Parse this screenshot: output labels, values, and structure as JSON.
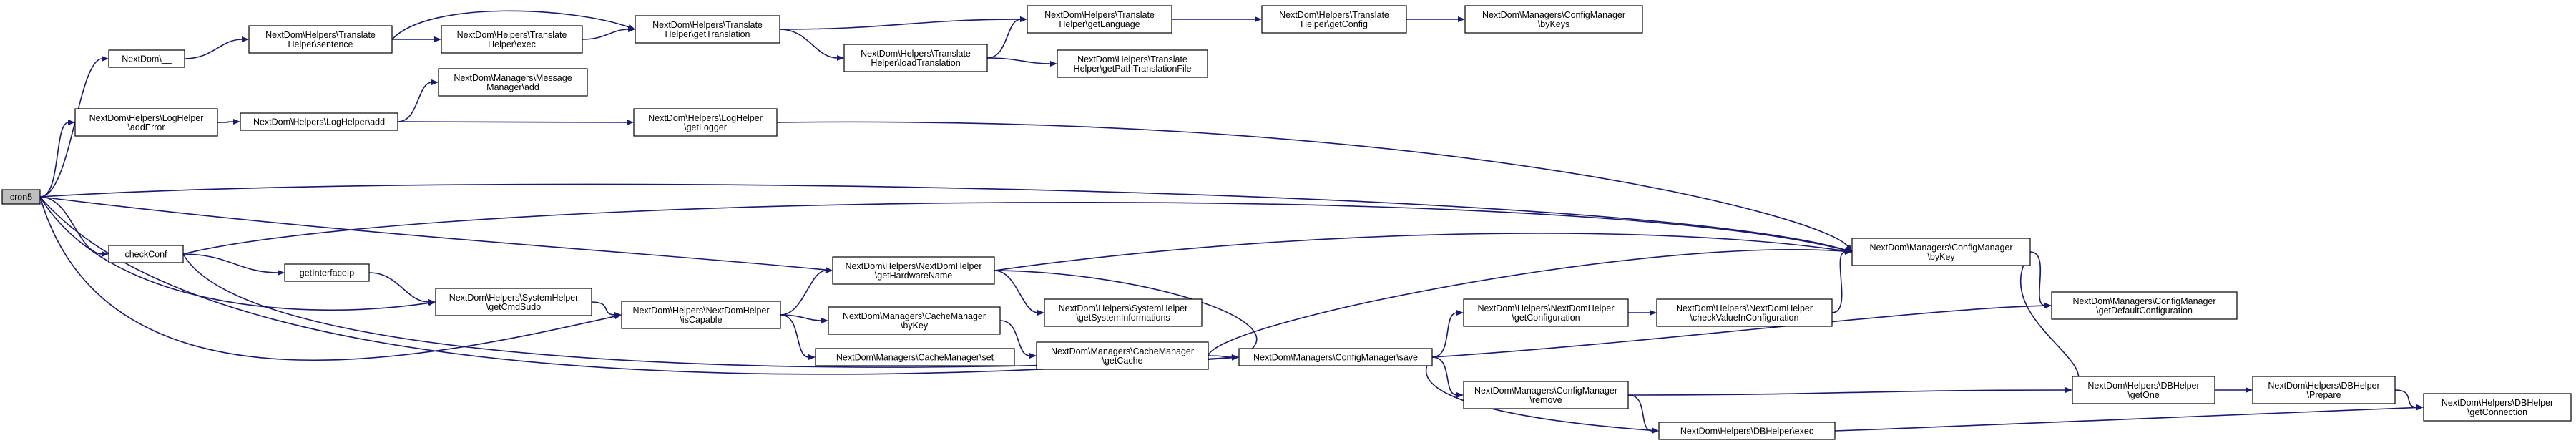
{
  "graph": {
    "edge_color": "#191970",
    "root_fill": "#bfbfbf",
    "node_fill": "#ffffff",
    "nodes": [
      {
        "id": "cron5",
        "lines": [
          "cron5"
        ],
        "root": true
      },
      {
        "id": "nd_tr",
        "lines": [
          "NextDom\\__"
        ]
      },
      {
        "id": "th_sentence",
        "lines": [
          "NextDom\\Helpers\\Translate",
          "Helper\\sentence"
        ]
      },
      {
        "id": "th_exec",
        "lines": [
          "NextDom\\Helpers\\Translate",
          "Helper\\exec"
        ]
      },
      {
        "id": "th_getTranslation",
        "lines": [
          "NextDom\\Helpers\\Translate",
          "Helper\\getTranslation"
        ]
      },
      {
        "id": "th_getLanguage",
        "lines": [
          "NextDom\\Helpers\\Translate",
          "Helper\\getLanguage"
        ]
      },
      {
        "id": "th_getConfig",
        "lines": [
          "NextDom\\Helpers\\Translate",
          "Helper\\getConfig"
        ]
      },
      {
        "id": "cm_byKeys",
        "lines": [
          "NextDom\\Managers\\ConfigManager",
          "\\byKeys"
        ]
      },
      {
        "id": "th_loadTranslation",
        "lines": [
          "NextDom\\Helpers\\Translate",
          "Helper\\loadTranslation"
        ]
      },
      {
        "id": "th_getPath",
        "lines": [
          "NextDom\\Helpers\\Translate",
          "Helper\\getPathTranslationFile"
        ]
      },
      {
        "id": "msg_add",
        "lines": [
          "NextDom\\Managers\\Message",
          "Manager\\add"
        ]
      },
      {
        "id": "lh_addError",
        "lines": [
          "NextDom\\Helpers\\LogHelper",
          "\\addError"
        ]
      },
      {
        "id": "lh_add",
        "lines": [
          "NextDom\\Helpers\\LogHelper\\add"
        ]
      },
      {
        "id": "lh_getLogger",
        "lines": [
          "NextDom\\Helpers\\LogHelper",
          "\\getLogger"
        ]
      },
      {
        "id": "checkConf",
        "lines": [
          "checkConf"
        ]
      },
      {
        "id": "getInterfaceIp",
        "lines": [
          "getInterfaceIp"
        ]
      },
      {
        "id": "sh_getCmdSudo",
        "lines": [
          "NextDom\\Helpers\\SystemHelper",
          "\\getCmdSudo"
        ]
      },
      {
        "id": "ndh_isCapable",
        "lines": [
          "NextDom\\Helpers\\NextDomHelper",
          "\\isCapable"
        ]
      },
      {
        "id": "ndh_getHardwareName",
        "lines": [
          "NextDom\\Helpers\\NextDomHelper",
          "\\getHardwareName"
        ]
      },
      {
        "id": "cache_byKey",
        "lines": [
          "NextDom\\Managers\\CacheManager",
          "\\byKey"
        ]
      },
      {
        "id": "cache_set",
        "lines": [
          "NextDom\\Managers\\CacheManager\\set"
        ]
      },
      {
        "id": "sh_getSystemInfo",
        "lines": [
          "NextDom\\Helpers\\SystemHelper",
          "\\getSystemInformations"
        ]
      },
      {
        "id": "cache_getCache",
        "lines": [
          "NextDom\\Managers\\CacheManager",
          "\\getCache"
        ]
      },
      {
        "id": "cm_save",
        "lines": [
          "NextDom\\Managers\\ConfigManager\\save"
        ]
      },
      {
        "id": "ndh_getConfiguration",
        "lines": [
          "NextDom\\Helpers\\NextDomHelper",
          "\\getConfiguration"
        ]
      },
      {
        "id": "ndh_checkValue",
        "lines": [
          "NextDom\\Helpers\\NextDomHelper",
          "\\checkValueInConfiguration"
        ]
      },
      {
        "id": "cm_remove",
        "lines": [
          "NextDom\\Managers\\ConfigManager",
          "\\remove"
        ]
      },
      {
        "id": "db_exec",
        "lines": [
          "NextDom\\Helpers\\DBHelper\\exec"
        ]
      },
      {
        "id": "cm_byKey",
        "lines": [
          "NextDom\\Managers\\ConfigManager",
          "\\byKey"
        ]
      },
      {
        "id": "cm_getDefault",
        "lines": [
          "NextDom\\Managers\\ConfigManager",
          "\\getDefaultConfiguration"
        ]
      },
      {
        "id": "db_getOne",
        "lines": [
          "NextDom\\Helpers\\DBHelper",
          "\\getOne"
        ]
      },
      {
        "id": "db_prepare",
        "lines": [
          "NextDom\\Helpers\\DBHelper",
          "\\Prepare"
        ]
      },
      {
        "id": "db_getConnection",
        "lines": [
          "NextDom\\Helpers\\DBHelper",
          "\\getConnection"
        ]
      }
    ],
    "edges": [
      [
        "cron5",
        "nd_tr"
      ],
      [
        "cron5",
        "lh_addError"
      ],
      [
        "cron5",
        "checkConf"
      ],
      [
        "cron5",
        "cm_byKey"
      ],
      [
        "cron5",
        "ndh_getHardwareName"
      ],
      [
        "cron5",
        "sh_getCmdSudo"
      ],
      [
        "cron5",
        "ndh_isCapable"
      ],
      [
        "cron5",
        "cm_save"
      ],
      [
        "nd_tr",
        "th_sentence"
      ],
      [
        "th_sentence",
        "th_exec"
      ],
      [
        "th_sentence",
        "th_getTranslation"
      ],
      [
        "th_exec",
        "th_getTranslation"
      ],
      [
        "th_getTranslation",
        "th_getLanguage"
      ],
      [
        "th_getTranslation",
        "th_loadTranslation"
      ],
      [
        "th_getLanguage",
        "th_getConfig"
      ],
      [
        "th_getConfig",
        "cm_byKeys"
      ],
      [
        "th_loadTranslation",
        "th_getLanguage"
      ],
      [
        "th_loadTranslation",
        "th_getPath"
      ],
      [
        "lh_addError",
        "lh_add"
      ],
      [
        "lh_add",
        "msg_add"
      ],
      [
        "lh_add",
        "lh_getLogger"
      ],
      [
        "lh_getLogger",
        "cm_byKey"
      ],
      [
        "checkConf",
        "cm_byKey"
      ],
      [
        "checkConf",
        "getInterfaceIp"
      ],
      [
        "checkConf",
        "cm_save"
      ],
      [
        "getInterfaceIp",
        "sh_getCmdSudo"
      ],
      [
        "sh_getCmdSudo",
        "ndh_isCapable"
      ],
      [
        "ndh_isCapable",
        "ndh_getHardwareName"
      ],
      [
        "ndh_isCapable",
        "cache_byKey"
      ],
      [
        "ndh_isCapable",
        "cache_set"
      ],
      [
        "ndh_getHardwareName",
        "cm_byKey"
      ],
      [
        "ndh_getHardwareName",
        "sh_getSystemInfo"
      ],
      [
        "ndh_getHardwareName",
        "cm_save"
      ],
      [
        "cache_byKey",
        "cache_getCache"
      ],
      [
        "cache_getCache",
        "cm_byKey"
      ],
      [
        "cache_getCache",
        "cm_save"
      ],
      [
        "cm_save",
        "ndh_getConfiguration"
      ],
      [
        "cm_save",
        "cm_getDefault"
      ],
      [
        "cm_save",
        "cm_remove"
      ],
      [
        "cm_save",
        "db_exec"
      ],
      [
        "ndh_getConfiguration",
        "ndh_checkValue"
      ],
      [
        "ndh_checkValue",
        "cm_byKey"
      ],
      [
        "cm_remove",
        "db_getOne"
      ],
      [
        "cm_remove",
        "db_exec"
      ],
      [
        "cm_byKey",
        "cm_getDefault"
      ],
      [
        "cm_byKey",
        "db_getOne"
      ],
      [
        "db_getOne",
        "db_prepare"
      ],
      [
        "db_prepare",
        "db_getConnection"
      ],
      [
        "db_exec",
        "db_getConnection"
      ]
    ]
  }
}
